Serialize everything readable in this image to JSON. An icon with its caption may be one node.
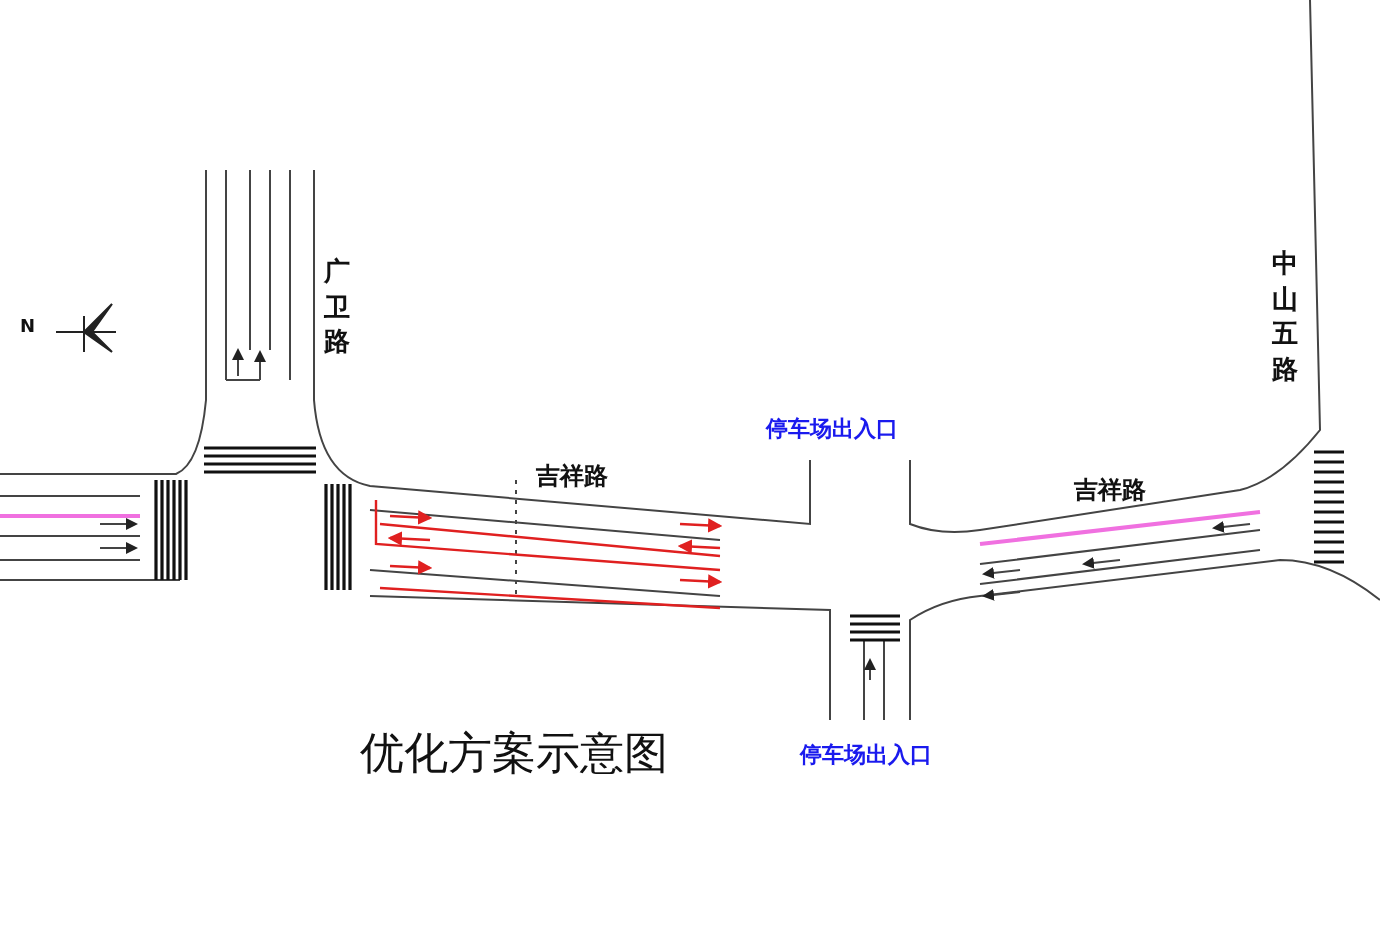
{
  "diagram": {
    "title": "优化方案示意图",
    "labels": [
      "广卫路",
      "中山五路",
      "N",
      "停车场出入口",
      "吉祥路",
      "吉祥路",
      "停车场出入口"
    ]
  }
}
